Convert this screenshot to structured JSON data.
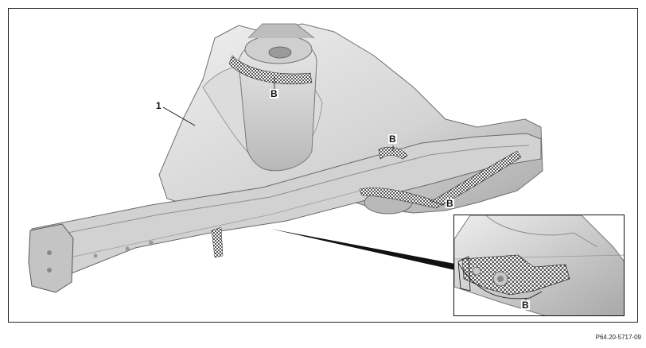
{
  "callouts": {
    "part_number": "1",
    "b_top": "B",
    "b_middle": "B",
    "b_right": "B",
    "b_inset": "B"
  },
  "figure_id": "P64.20-5717-09",
  "colors": {
    "metal_light": "#e6e6e6",
    "metal_mid": "#c9c9c9",
    "metal_dark": "#8c8c8c",
    "hatch": "#555555",
    "line": "#111111"
  }
}
